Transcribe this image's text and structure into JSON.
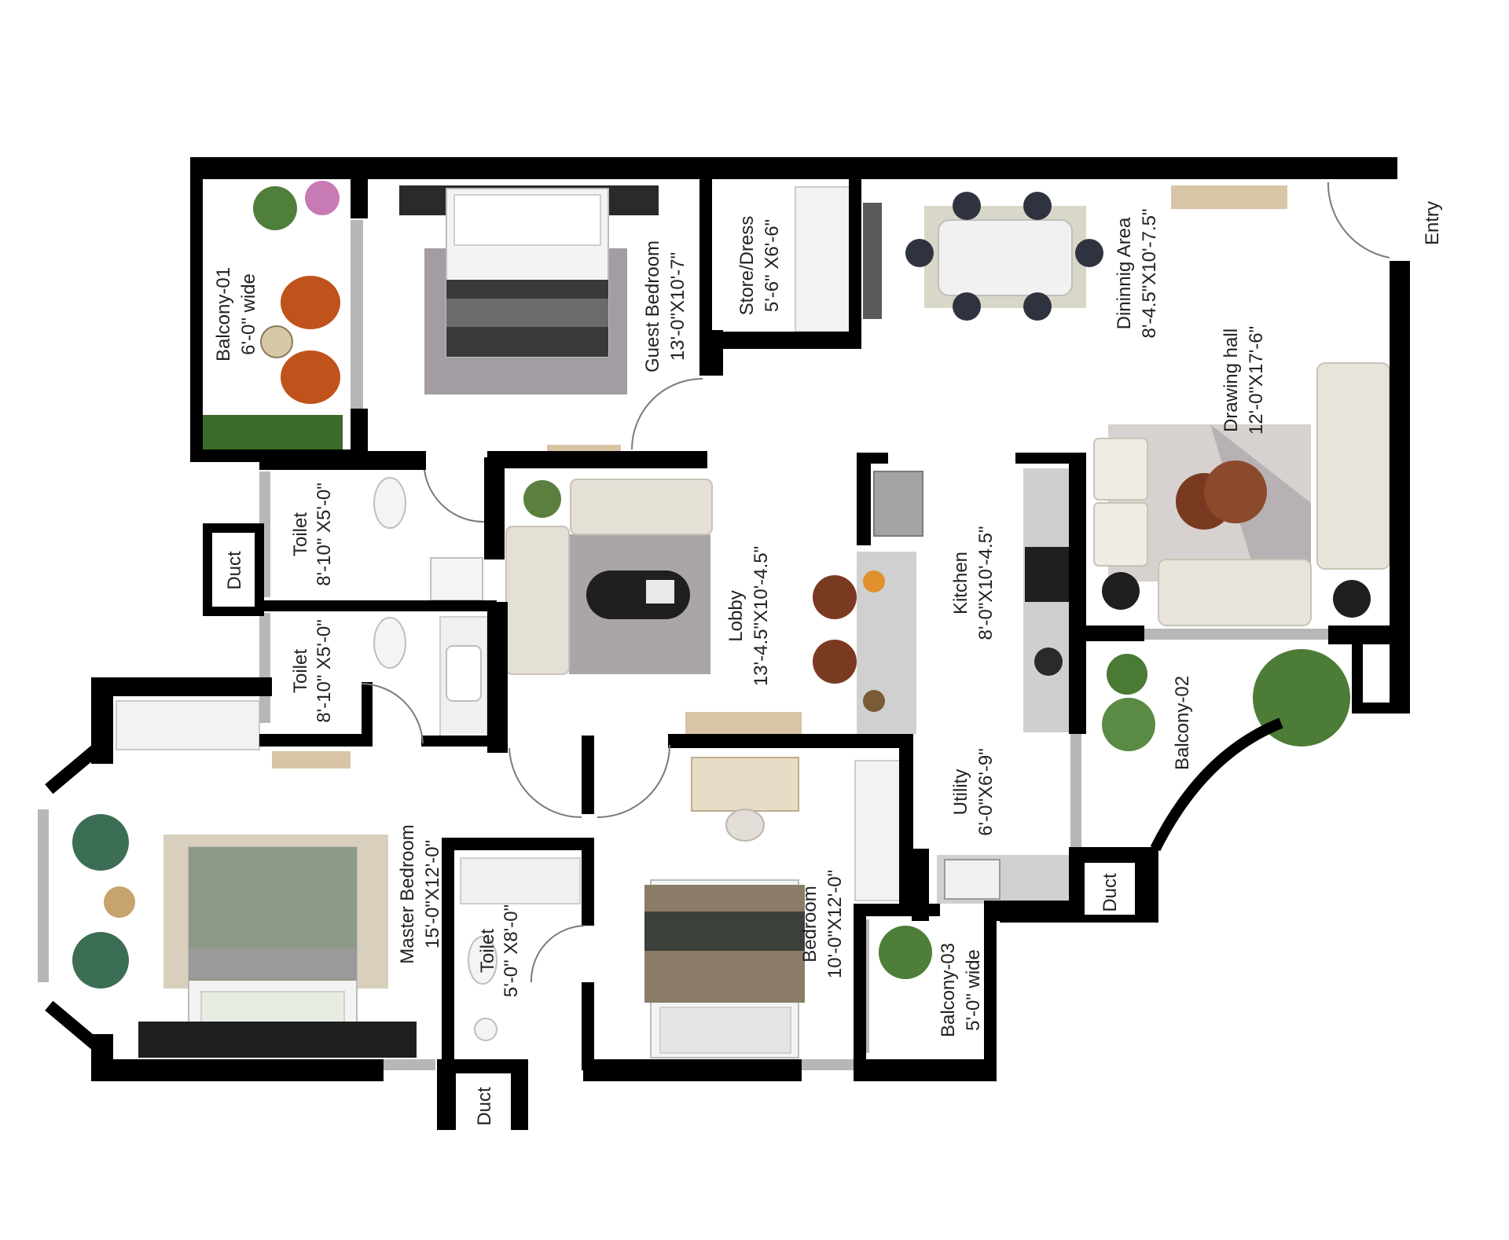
{
  "colors": {
    "wall": "#000000",
    "floor": "#ffffff",
    "rug_gray": "#a39da3",
    "bed_gray": "#8c8c8c",
    "sofa_cream": "#e5e0d6",
    "wood": "#d8c5a6",
    "chair_orange": "#c0521c",
    "chair_green": "#3b6e55",
    "plant_green": "#3a6b2a",
    "counter_gray": "#c9c9c9",
    "window_gray": "#b7b7b7"
  },
  "rooms": {
    "balcony01": {
      "name": "Balcony-01",
      "size": "6'-0\" wide"
    },
    "guest_bedroom": {
      "name": "Guest Bedroom",
      "size": "13'-0\"X10'-7\""
    },
    "store_dress": {
      "name": "Store/Dress",
      "size": "5'-6\" X6'-6\""
    },
    "dining": {
      "name": "Dininnig Area",
      "size": "8'-4.5\"X10'-7.5\""
    },
    "entry": {
      "name": "Entry"
    },
    "drawing_hall": {
      "name": "Drawing hall",
      "size": "12'-0\"X17'-6\""
    },
    "toilet1": {
      "name": "Toilet",
      "size": "8'-10\" X5'-0\""
    },
    "toilet2": {
      "name": "Toilet",
      "size": "8'-10\" X5'-0\""
    },
    "duct1": {
      "name": "Duct"
    },
    "lobby": {
      "name": "Lobby",
      "size": "13'-4.5\"X10'-4.5\""
    },
    "kitchen": {
      "name": "Kitchen",
      "size": "8'-0\"X10'-4.5\""
    },
    "balcony02": {
      "name": "Balcony-02"
    },
    "utility": {
      "name": "Utility",
      "size": "6'-0\"X6'-9\""
    },
    "duct2": {
      "name": "Duct"
    },
    "master_bedroom": {
      "name": "Master Bedroom",
      "size": "15'-0\"X12'-0\""
    },
    "toilet3": {
      "name": "Toilet",
      "size": "5'-0\" X8'-0\""
    },
    "bedroom": {
      "name": "Bedroom",
      "size": "10'-0\"X12'-0\""
    },
    "balcony03": {
      "name": "Balcony-03",
      "size": "5'-0\" wide"
    },
    "duct3": {
      "name": "Duct"
    }
  }
}
